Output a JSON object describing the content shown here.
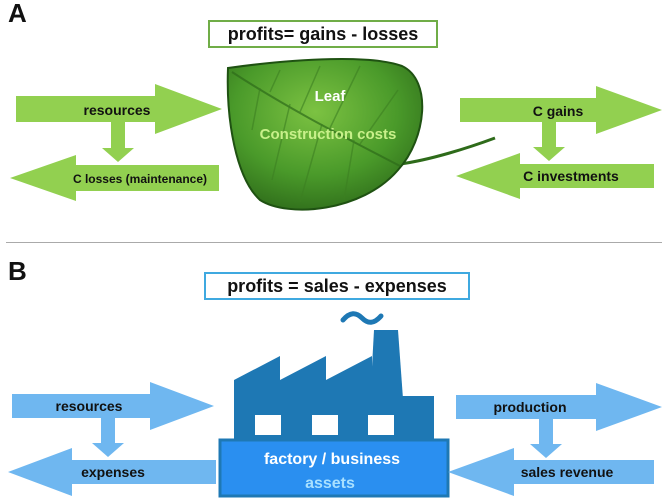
{
  "panel_a": {
    "label": "A",
    "formula": "profits= gains - losses",
    "leaf_title": "Leaf",
    "leaf_subtitle": "Construction costs",
    "left_top_arrow": "resources",
    "left_bottom_arrow": "C losses (maintenance)",
    "right_top_arrow": "C gains",
    "right_bottom_arrow": "C investments",
    "colors": {
      "arrow": "#92d050",
      "border": "#70ad47",
      "leaf_dark": "#2e6b1a",
      "leaf_light": "#6bb33a",
      "leaf_text": "#c8f08a"
    }
  },
  "panel_b": {
    "label": "B",
    "formula": "profits = sales - expenses",
    "factory_title": "factory / business",
    "factory_subtitle": "assets",
    "left_top_arrow": "resources",
    "left_bottom_arrow": "expenses",
    "right_top_arrow": "production",
    "right_bottom_arrow": "sales revenue",
    "colors": {
      "arrow": "#6fb7f0",
      "border": "#3fa9e0",
      "factory": "#1e78b4",
      "factory_base": "#2a8ff0",
      "assets_text": "#a8e0ff"
    }
  }
}
